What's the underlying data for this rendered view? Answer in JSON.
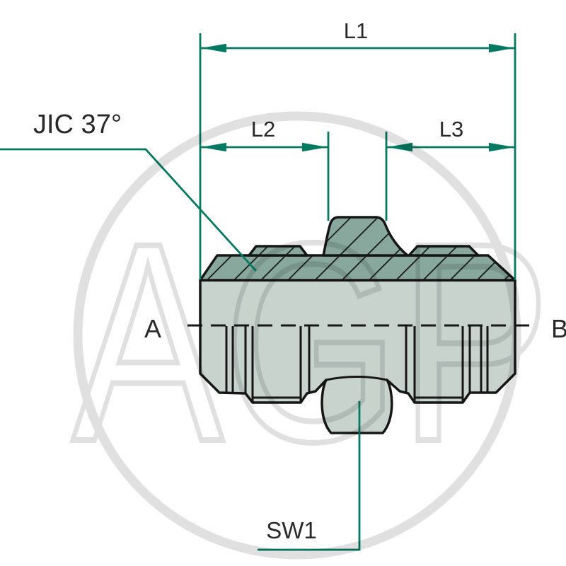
{
  "figure": {
    "type": "technical-drawing",
    "description": "Half-section drawing of a male-male hydraulic adapter fitting",
    "watermark": "AGP",
    "labels": {
      "dim_overall_length": "L1",
      "dim_left_length": "L2",
      "dim_right_length": "L3",
      "thread_callout": "JIC 37°",
      "wrench_size_callout": "SW1",
      "port_left": "A",
      "port_right": "B"
    },
    "colors": {
      "dimension": "#057a63",
      "outline": "#161616",
      "body_fill": "#c8d3ce",
      "section_fill": "#88a79d",
      "watermark": "#e0e0e0",
      "text": "#29292a"
    }
  }
}
